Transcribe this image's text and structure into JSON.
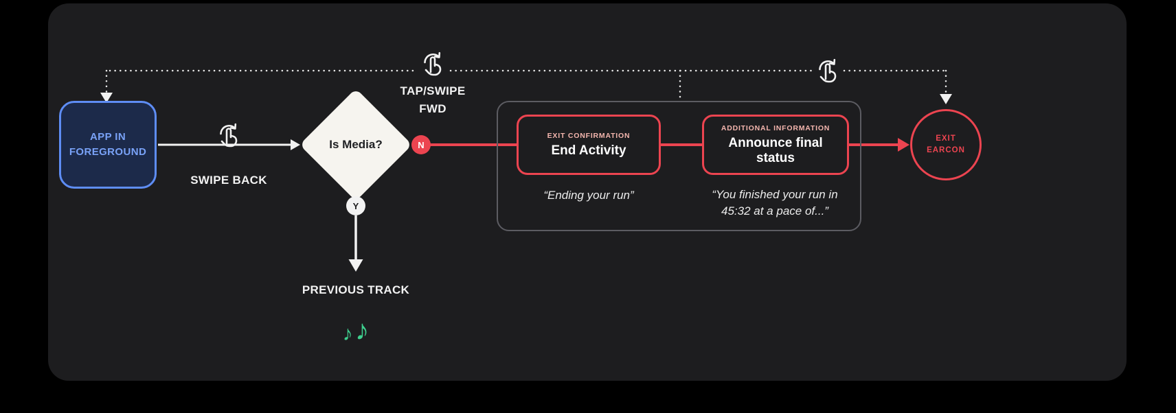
{
  "colors": {
    "background": "#000000",
    "panel": "#1d1d1f",
    "accent_red": "#ec4450",
    "accent_blue": "#5e8df5",
    "accent_green": "#3ecf8e",
    "diamond_fill": "#f6f4ef"
  },
  "flow": {
    "app_box_label": "APP IN FOREGROUND",
    "swipe_back_label": "SWIPE BACK",
    "tap_swipe_fwd_line1": "TAP/SWIPE",
    "tap_swipe_fwd_line2": "FWD",
    "decision_label": "Is Media?",
    "no_badge": "N",
    "yes_badge": "Y",
    "previous_track_label": "PREVIOUS TRACK",
    "music_note_1": "♪",
    "music_note_2": "♪",
    "exit_confirmation": {
      "eyebrow": "EXIT CONFIRMATION",
      "title": "End Activity",
      "quote": "“Ending your run”"
    },
    "additional_information": {
      "eyebrow": "ADDITIONAL INFORMATION",
      "title": "Announce final status",
      "quote": "“You finished your run in 45:32 at a pace of...”"
    },
    "exit_earcon_label": "EXIT EARCON"
  }
}
